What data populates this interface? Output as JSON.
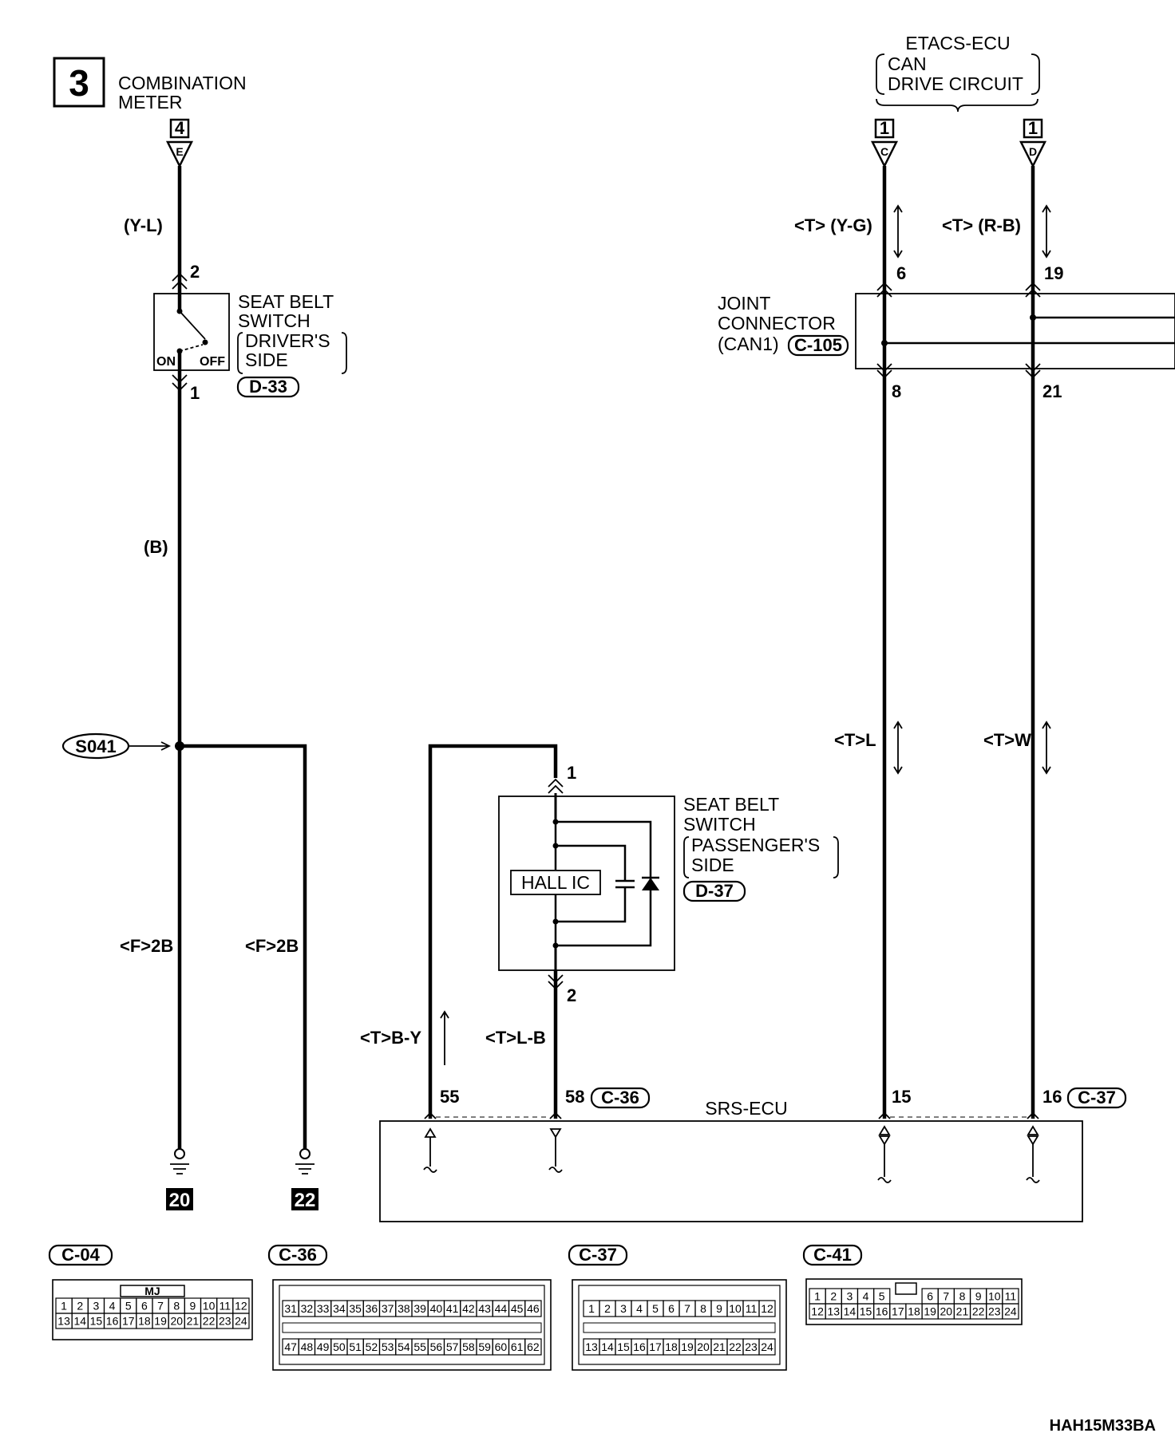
{
  "page_number": "3",
  "combination_meter": {
    "name_line1": "COMBINATION",
    "name_line2": "METER",
    "pin": "4",
    "terminal": "E"
  },
  "etacs": {
    "title": "ETACS-ECU",
    "sub1": "CAN",
    "sub2": "DRIVE CIRCUIT",
    "pin_c": "1",
    "terminal_c": "C",
    "pin_d": "1",
    "terminal_d": "D"
  },
  "driver_switch": {
    "line1": "SEAT BELT",
    "line2": "SWITCH",
    "line3": "DRIVER'S",
    "line4": "SIDE",
    "connector": "D-33",
    "pin_top": "2",
    "pin_bottom": "1",
    "on": "ON",
    "off": "OFF"
  },
  "passenger_switch": {
    "line1": "SEAT BELT",
    "line2": "SWITCH",
    "line3": "PASSENGER'S",
    "line4": "SIDE",
    "connector": "D-37",
    "hall": "HALL IC",
    "pin_top": "1",
    "pin_bottom": "2"
  },
  "joint": {
    "line1": "JOINT",
    "line2": "CONNECTOR",
    "line3": "(CAN1)",
    "connector": "C-105",
    "pin_6": "6",
    "pin_19": "19",
    "pin_8": "8",
    "pin_21": "21"
  },
  "wires": {
    "y_l": "(Y-L)",
    "b": "(B)",
    "y_g": "<T> (Y-G)",
    "r_b": "<T> (R-B)",
    "t_l": "<T>L",
    "t_w": "<T>W",
    "f2b_1": "<F>2B",
    "f2b_2": "<F>2B",
    "t_by": "<T>B-Y",
    "t_lb": "<T>L-B"
  },
  "splice": "S041",
  "grounds": {
    "g1": "20",
    "g2": "22"
  },
  "srs": {
    "title": "SRS-ECU",
    "pin55": "55",
    "pin58": "58",
    "conn_c36": "C-36",
    "pin15": "15",
    "pin16": "16",
    "conn_c37": "C-37"
  },
  "connectors": {
    "c04": {
      "label": "C-04",
      "tag": "MJ",
      "row1": [
        "1",
        "2",
        "3",
        "4",
        "5",
        "6",
        "7",
        "8",
        "9",
        "10",
        "11",
        "12"
      ],
      "row2": [
        "13",
        "14",
        "15",
        "16",
        "17",
        "18",
        "19",
        "20",
        "21",
        "22",
        "23",
        "24"
      ]
    },
    "c36": {
      "label": "C-36",
      "row1": [
        "31",
        "32",
        "33",
        "34",
        "35",
        "36",
        "37",
        "38",
        "39",
        "40",
        "41",
        "42",
        "43",
        "44",
        "45",
        "46"
      ],
      "row2": [
        "47",
        "48",
        "49",
        "50",
        "51",
        "52",
        "53",
        "54",
        "55",
        "56",
        "57",
        "58",
        "59",
        "60",
        "61",
        "62"
      ]
    },
    "c37": {
      "label": "C-37",
      "row1": [
        "1",
        "2",
        "3",
        "4",
        "5",
        "6",
        "7",
        "8",
        "9",
        "10",
        "11",
        "12"
      ],
      "row2": [
        "13",
        "14",
        "15",
        "16",
        "17",
        "18",
        "19",
        "20",
        "21",
        "22",
        "23",
        "24"
      ]
    },
    "c41": {
      "label": "C-41",
      "row1": [
        "1",
        "2",
        "3",
        "4",
        "5",
        "6",
        "7",
        "8",
        "9",
        "10",
        "11"
      ],
      "row2": [
        "12",
        "13",
        "14",
        "15",
        "16",
        "17",
        "18",
        "19",
        "20",
        "21",
        "22",
        "23",
        "24"
      ]
    }
  },
  "figure_code": "HAH15M33BA"
}
